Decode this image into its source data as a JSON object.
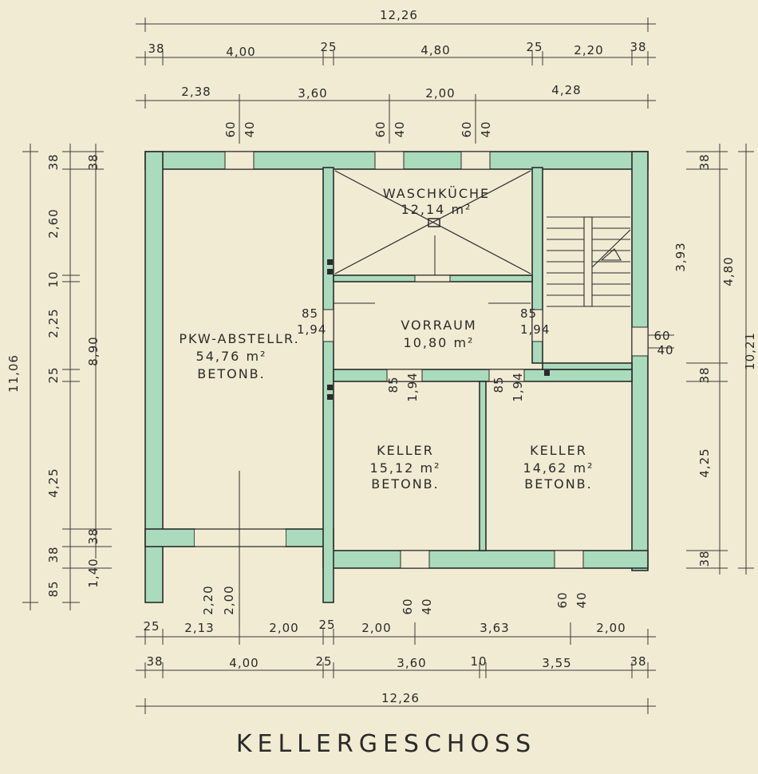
{
  "title": "KELLERGESCHOSS",
  "colors": {
    "paper": "#f1ebd3",
    "wall_fill": "#a9dbbc",
    "ink": "#2b2b2b"
  },
  "rooms": {
    "garage": {
      "name": "PKW-ABSTELLR.",
      "area": "54,76 m²",
      "material": "BETONB."
    },
    "laundry": {
      "name": "WASCHKÜCHE",
      "area": "12,14 m²"
    },
    "hall": {
      "name": "VORRAUM",
      "area": "10,80 m²"
    },
    "cellar1": {
      "name": "KELLER",
      "area": "15,12 m²",
      "material": "BETONB."
    },
    "cellar2": {
      "name": "KELLER",
      "area": "14,62 m²",
      "material": "BETONB."
    }
  },
  "dims": {
    "top_total": "12,26",
    "top_row1": [
      "38",
      "4,00",
      "25",
      "4,80",
      "25",
      "2,20",
      "38"
    ],
    "top_row2": [
      "2,38",
      "3,60",
      "2,00",
      "4,28"
    ],
    "top_windows": [
      "60",
      "40",
      "60",
      "40",
      "60",
      "40"
    ],
    "left_outer": "11,06",
    "left_mid": "8,90",
    "left_inner": [
      "38",
      "38",
      "2,60",
      "10",
      "2,25",
      "25",
      "4,25",
      "38",
      "38",
      "1,40",
      "85"
    ],
    "right_total": "10,21",
    "right_mid": "4,80",
    "right_inner": [
      "38",
      "3,93",
      "38",
      "4,25",
      "38"
    ],
    "right_window": [
      "60",
      "40"
    ],
    "door_labels": [
      "85",
      "1,94",
      "85",
      "1,94",
      "85",
      "1,94",
      "85",
      "1,94"
    ],
    "garage_door": [
      "2,20",
      "2,00"
    ],
    "bottom_windows": [
      "60",
      "40",
      "60",
      "40"
    ],
    "bottom_row1": [
      "25",
      "2,13",
      "2,00",
      "25",
      "2,00",
      "3,63",
      "2,00"
    ],
    "bottom_row2": [
      "38",
      "4,00",
      "25",
      "3,60",
      "10",
      "3,55",
      "38"
    ],
    "bottom_total": "12,26"
  }
}
